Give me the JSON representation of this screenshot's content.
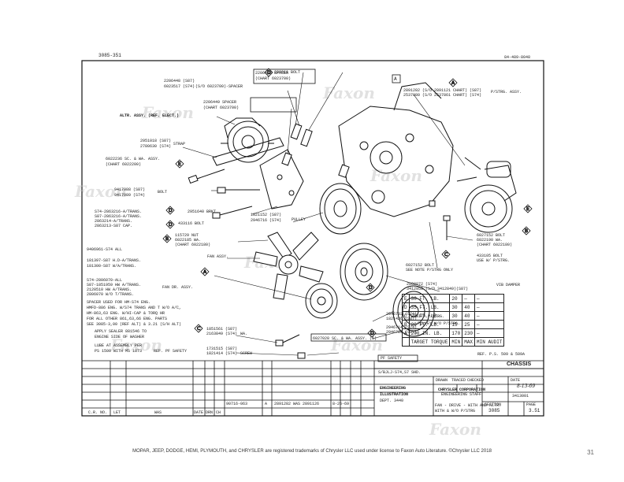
{
  "header": {
    "top_left_note": "3085-351",
    "top_right_code": "84-489-8048",
    "section_letter": "A"
  },
  "callouts": {
    "spacer_top": "2206458 SPACER",
    "spacer_top_chart": "(CHART 6023700)",
    "bolt_220911": "220911 BOLT",
    "spacer_pair_1": "2206448 (S87)",
    "spacer_pair_2": "6023517 (S74)",
    "spacer_pair_chart": "(S/O 6023700)-SPACER",
    "spacer_mid": "2206449 SPACER",
    "spacer_mid_chart": "(CHART 6023700)",
    "alt_assy": "ALTR. ASSY. (REF. ELECT.)",
    "strap_1": "2951018 (S87)",
    "strap_2": "2780630 (S74)",
    "strap_label": "STRAP",
    "screw_1": "6022236 SC. & WA. ASSY.",
    "screw_1_chart": "(CHART 6022200)",
    "bolt_1": "9417988 (S87)",
    "bolt_2": "9417989 (S74)",
    "bolt_label": "BOLT",
    "brkt": "2951640 BRKT.",
    "bolt_433116": "433116 BOLT",
    "pulley_1": "1821152 (S87)",
    "pulley_2": "2946716 (S74)",
    "pulley_label": "PULLEY",
    "gap_1": "S74-2863216-A/TRANS.",
    "gap_2": "S87-2863216-A/TRANS.",
    "gap_3": "2863214-A/TRANS.",
    "gap_4": "2863213-S87 CAP.",
    "nut_1": "115729 NUT",
    "nut_2": "6022185 WA.",
    "nut_chart": "(CHART 6022180)",
    "fan_1": "9406961-S74 ALL",
    "fan_2": "181397-S87 H.D-A/TRANS.",
    "fan_3": "181300-S87 W/A/TRANS.",
    "fan_assy": "FAN ASSY.",
    "fan_dr_1": "S74-2806070-ALL",
    "fan_dr_2": "S87-1851959 HW A/TRANS.",
    "fan_dr_3": "2120510 HW A/TRANS.",
    "fan_dr_4": "2806070 W/O T/TRANS.",
    "fan_dr_label": "FAN DR. ASSY.",
    "note_1": "SPACER USED FOR HM-S74 ENG.",
    "note_2": "HMFD-886 ENG. W/S74 TRANS AND T W/O A/C,",
    "note_3": "HM-863,63 ENG. W/HI-CAP & TORQ HR",
    "note_4": "FOR ALL OTHER 861,63,66 ENG. PARTS",
    "note_5": "SEE 3085-3,00 (REF ALT) & 3.21 (S/H ALT)",
    "sealer_1": "APPLY SEALER 881546 TO",
    "sealer_2": "ENGINE SIDE OF WASHER",
    "lube": "LUBE AT ASSEMBLY PER",
    "lube_spec": "PS 1500 WITH MS 1873",
    "ref_safety": "REF. PF SAFETY",
    "wa_1": "1851561 (S87)",
    "wa_2": "2163849 (S74)",
    "wa_label": "WA.",
    "sc_1": "1731515 (S87)",
    "sc_2": "1821414 (S74)",
    "sc_label": "SCREW",
    "pulley_ps_1": "2946733 (S74)",
    "pulley_ps_2": "1821426 (S87)",
    "pulley_ps_label": "WITH P/STRG.",
    "pulley_ps_3": "2946714 (S74)",
    "pulley_ps_4": "2946789 (S87)",
    "pulley_ps_label2": "PULLEY W/O P/STRG.",
    "sc_wa_assy": "6027028 SC. & WA. ASSY. (6)",
    "damper_1": "2808872 (S74)",
    "damper_2": "3412958 (S/O 3412849)(S87)",
    "damper_label": "VIB DAMPER",
    "bolt_s_o_1": "6027152 BOLT",
    "bolt_s_o_2": "SEE NOTE P/STRG ONLY",
    "ps_bolt_1": "2891282 (S/O 2891121 CHART) (S87)",
    "ps_bolt_2": "2537980 (S/O 2537861 CHART) (S74)",
    "ps_assy": "P/STRG. ASSY.",
    "ps_bolt_3": "6027152 BOLT",
    "ps_bolt_4": "6022190 WA.",
    "ps_bolt_chart": "(CHART 6022180)",
    "ps_bolt_5": "433105 BOLT",
    "ps_bolt_6": "USE W/ P/STRG.",
    "ref_ps": "REF. P.S. 509 & 509A"
  },
  "torque_table": {
    "rows": [
      {
        "letter": "E",
        "torque": "30 FT. LB.",
        "min": "20",
        "max": "—",
        "audit": "—"
      },
      {
        "letter": "D",
        "torque": "35 FT. LB.",
        "min": "30",
        "max": "40",
        "audit": "—"
      },
      {
        "letter": "C",
        "torque": "20 FT. LB.",
        "min": "30",
        "max": "40",
        "audit": "—"
      },
      {
        "letter": "B",
        "torque": "20 FT. LB.",
        "min": "15",
        "max": "25",
        "audit": "—"
      },
      {
        "letter": "A",
        "torque": "200 IN. LB.",
        "min": "170",
        "max": "230",
        "audit": "—"
      }
    ],
    "header_target": "TARGET TORQUE",
    "header_min": "MIN",
    "header_max": "MAX",
    "header_audit": "MIN AUDIT"
  },
  "title_block": {
    "chassis": "CHASSIS",
    "pf_safety": "PF SAFETY",
    "models": "S/BJLJ-S74,S7 SHD.",
    "eng_ill_1": "ENGINEERING",
    "eng_ill_2": "ILLUSTRATION",
    "eng_ill_3": "DEPT. 3440",
    "corp_1": "CHRYSLER CORPORATION",
    "corp_2": "ENGINEERING STAFF",
    "drawn": "DRAWN",
    "traced": "TRACED",
    "checked": "CHECKED",
    "date_label": "DATE",
    "date": "8-13-69",
    "part_number": "3413001",
    "description_1": "FAN - DRIVE - WITH AND ALTR.",
    "description_2": "WITH & W/O P/STRG",
    "section_label": "SECTION",
    "section": "3085",
    "page_label": "PAGE",
    "page": "3.51",
    "rev_1_num": "90716-063",
    "rev_1_sym": "A",
    "rev_1_desc": "2891282 WAS 2891126",
    "rev_1_date": "8-26-69",
    "rev_header_cr": "C.R. NO.",
    "rev_header_let": "LET",
    "rev_header_was": "WAS",
    "rev_header_date": "DATE",
    "rev_header_drn": "DRN",
    "rev_header_ch": "CH"
  },
  "footer": {
    "trademark": "MOPAR, JEEP, DODGE, HEMI, PLYMOUTH, and CHRYSLER are registered trademarks of Chrysler LLC used under license to Faxon Auto Literature. ©Chrysler LLC 2018",
    "page_number": "31"
  },
  "watermark": "Faxon AUTO LITERATURE"
}
